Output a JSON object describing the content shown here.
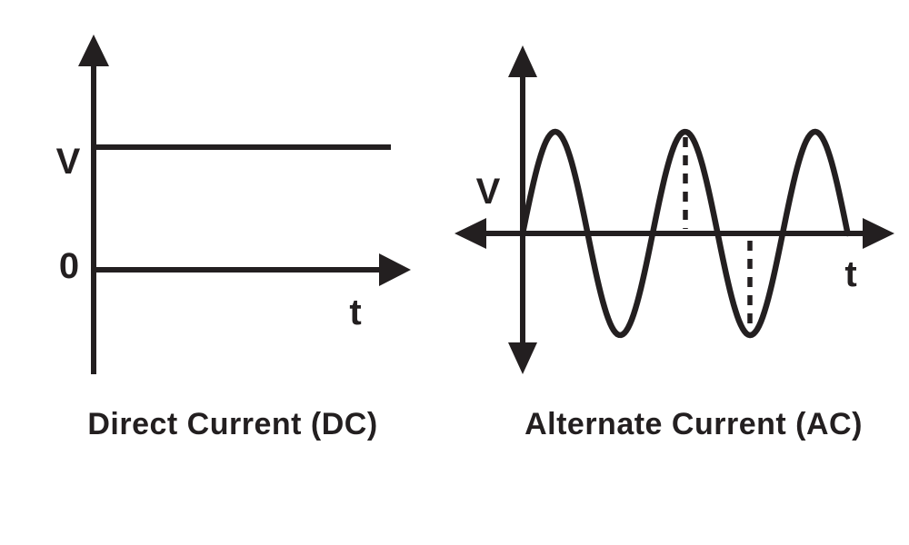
{
  "page": {
    "background_color": "#ffffff",
    "ink_color": "#231f20"
  },
  "figures": {
    "dc": {
      "caption": "Direct Current (DC)",
      "y_axis_label": "V",
      "origin_label": "0",
      "x_axis_label": "t",
      "voltage_line": {
        "y": 162,
        "x_start": 105,
        "x_end": 430
      }
    },
    "ac": {
      "caption": "Alternate Current (AC)",
      "y_axis_label": "V",
      "x_axis_label": "t",
      "wave": {
        "x_start": 575,
        "x_end": 932.5,
        "baseline_y": 257,
        "amplitude": 112,
        "period": 143,
        "cycles": 2.5,
        "starts_rising": true,
        "peak_marker_x": 754,
        "trough_marker_x": 825
      }
    }
  },
  "chart_data": [
    {
      "type": "line",
      "title": "Direct Current (DC)",
      "xlabel": "t",
      "ylabel": "V",
      "description": "Constant voltage: horizontal line at level V for all time t, drawn above the 0 axis.",
      "series": [
        {
          "name": "DC voltage",
          "shape": "constant",
          "value": "V"
        }
      ],
      "axis_style": "single-headed arrows up and right, origin labeled 0"
    },
    {
      "type": "line",
      "title": "Alternate Current (AC)",
      "xlabel": "t",
      "ylabel": "V",
      "description": "Sinusoidal voltage oscillating symmetrically about the time axis; 2.5 cycles shown starting at 0 and rising; dotted vertical markers at the second peak and second trough.",
      "series": [
        {
          "name": "AC voltage",
          "shape": "sine",
          "cycles_shown": 2.5
        }
      ],
      "axis_style": "double-headed vertical and horizontal axes"
    }
  ]
}
